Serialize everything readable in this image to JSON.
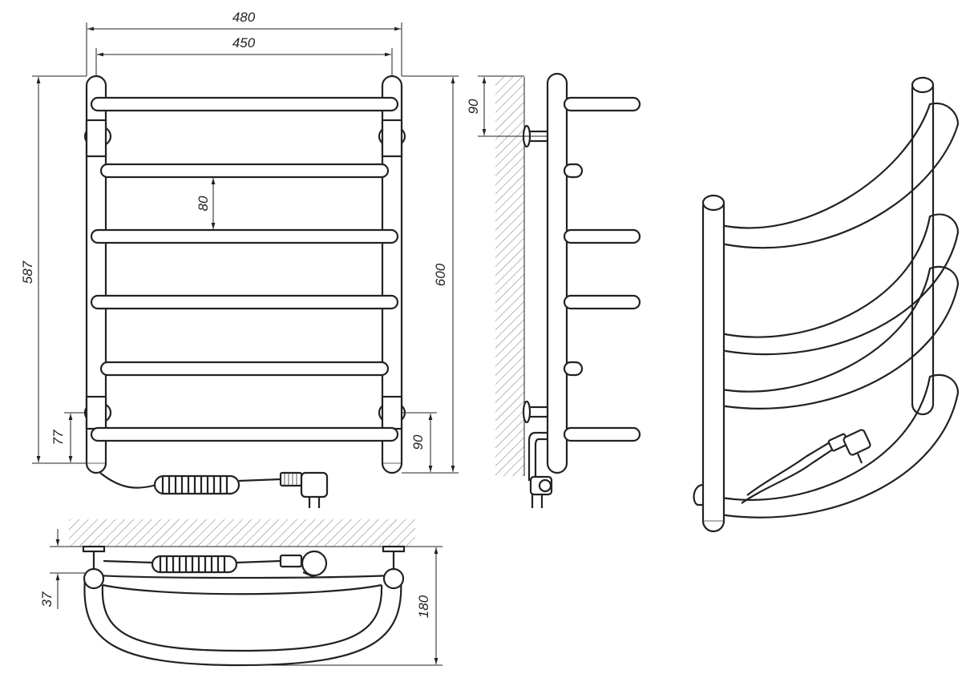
{
  "front_view": {
    "dims": {
      "overall_width": "480",
      "axis_width": "450",
      "step": "80",
      "height_left": "587",
      "height_right": "600",
      "bottom_left": "77",
      "bottom_right": "90"
    }
  },
  "side_view": {
    "dims": {
      "top_offset": "90"
    }
  },
  "top_view": {
    "dims": {
      "wall_gap": "37",
      "depth": "180"
    }
  }
}
